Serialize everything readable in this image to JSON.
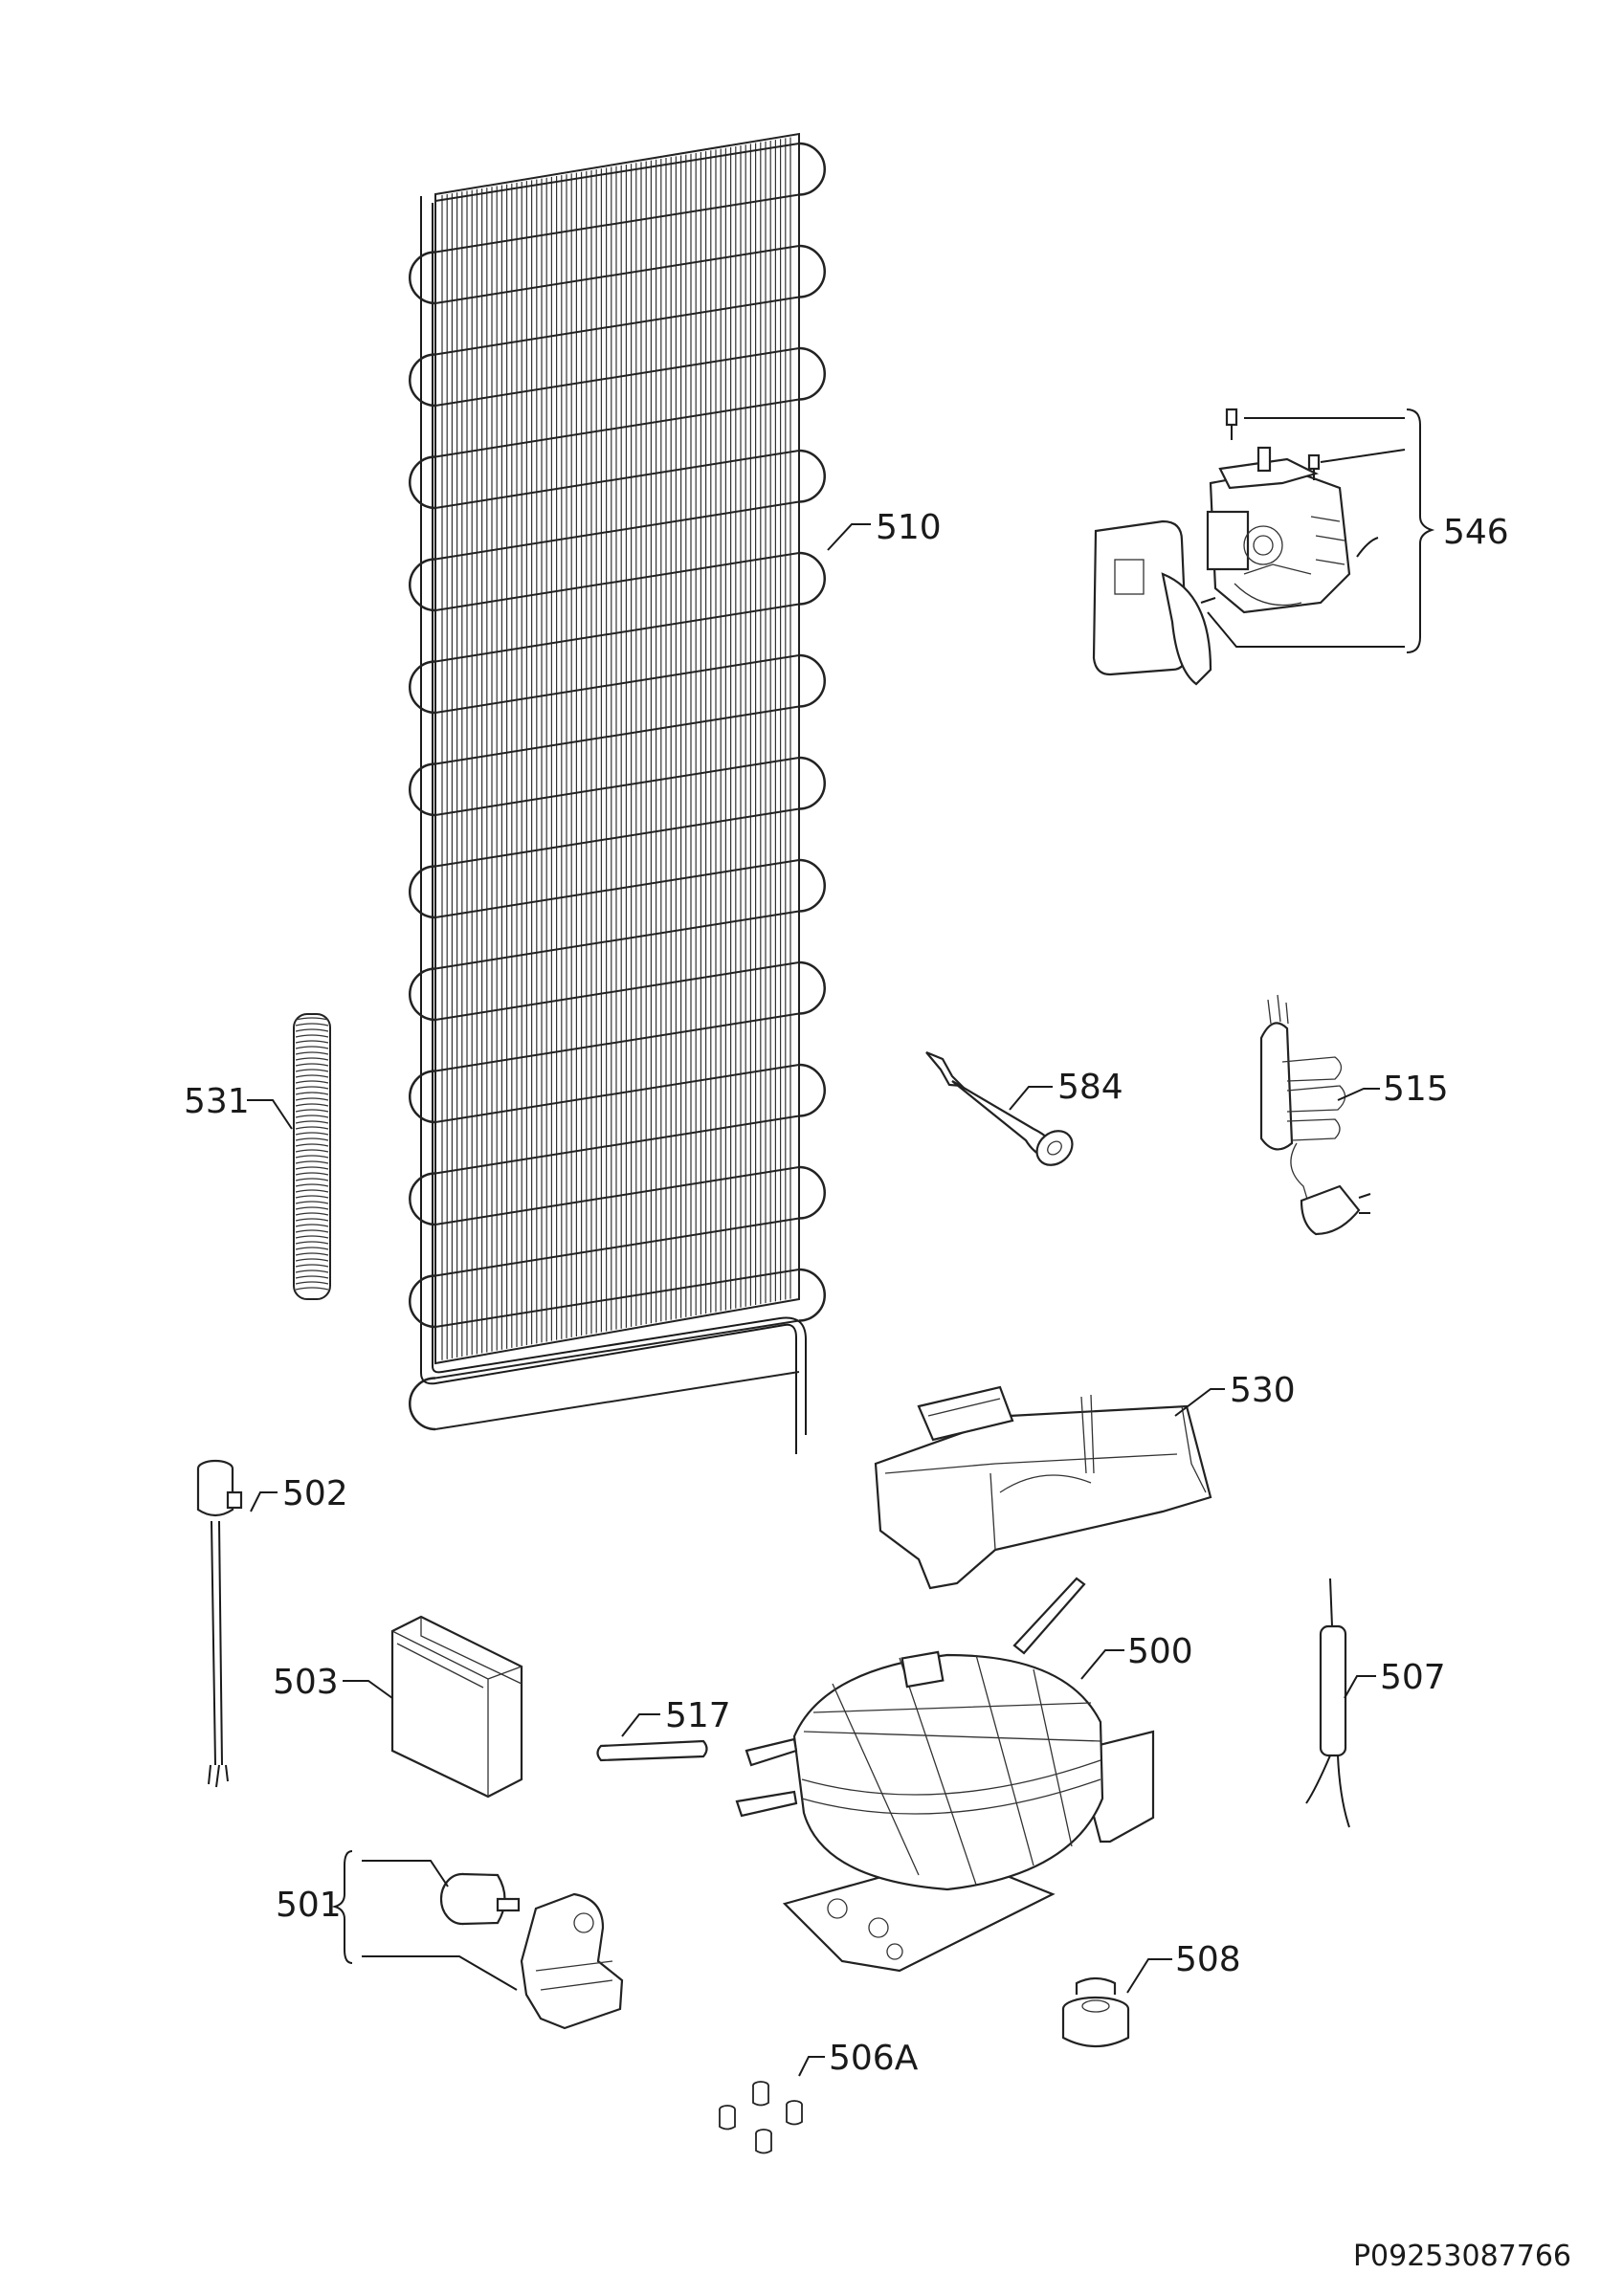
{
  "diagram": {
    "parts": {
      "p500": "500",
      "p501": "501",
      "p502": "502",
      "p503": "503",
      "p506a": "506A",
      "p507": "507",
      "p508": "508",
      "p510": "510",
      "p515": "515",
      "p517": "517",
      "p530": "530",
      "p531": "531",
      "p546": "546",
      "p584": "584"
    },
    "document_id": "P09253087766"
  },
  "colors": {
    "line": "#1a1a1a",
    "background": "#ffffff"
  }
}
